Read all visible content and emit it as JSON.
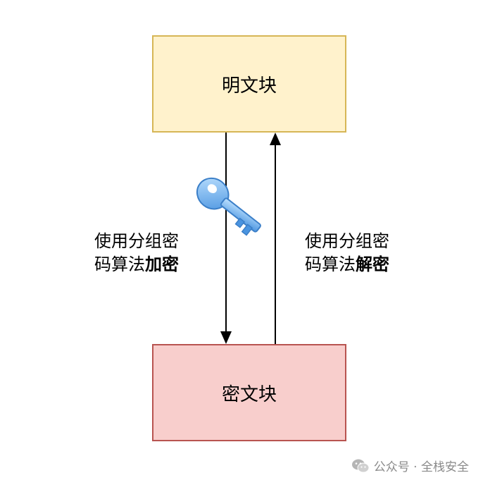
{
  "diagram": {
    "plaintext_block": "明文块",
    "ciphertext_block": "密文块",
    "encrypt_label": {
      "line1": "使用分组密",
      "line2_plain": "码算法",
      "line2_bold": "加密"
    },
    "decrypt_label": {
      "line1": "使用分组密",
      "line2_plain": "码算法",
      "line2_bold": "解密"
    },
    "key_icon": "key-icon"
  },
  "watermark": {
    "text": "公众号 · 全栈安全",
    "icon": "wechat-icon"
  },
  "colors": {
    "plaintext_fill": "#fff2cc",
    "plaintext_border": "#d6b656",
    "ciphertext_fill": "#f8cecc",
    "ciphertext_border": "#b85450",
    "key_color": "#7ab8ee"
  }
}
